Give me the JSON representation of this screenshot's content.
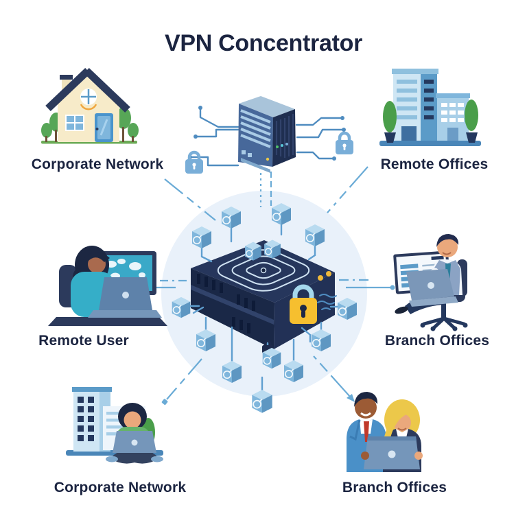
{
  "title": "VPN Concentrator",
  "diagram_type": "vpn-hub-and-spoke",
  "center_device": {
    "name": "VPN concentrator appliance",
    "icons": [
      "padlock-icon",
      "encrypted-packet-cube-icon",
      "circuit-trace-icon"
    ]
  },
  "nodes": [
    {
      "id": "corporate-network-top",
      "label": "Corporate Network",
      "icon": "house-icon",
      "position": "top-left"
    },
    {
      "id": "remote-offices",
      "label": "Remote Offices",
      "icon": "office-buildings-icon",
      "position": "top-right"
    },
    {
      "id": "remote-user",
      "label": "Remote User",
      "icon": "person-at-desk-icon",
      "position": "middle-left"
    },
    {
      "id": "branch-offices-middle",
      "label": "Branch Offices",
      "icon": "person-on-chair-icon",
      "position": "middle-right"
    },
    {
      "id": "corporate-network-bottom",
      "label": "Corporate Network",
      "icon": "building-with-person-icon",
      "position": "bottom-left"
    },
    {
      "id": "branch-offices-bottom",
      "label": "Branch Offices",
      "icon": "two-people-laptop-icon",
      "position": "bottom-right"
    }
  ],
  "secondary_icons": [
    "server-tower-icon",
    "lock-icon-left",
    "lock-icon-right",
    "hanging-lock-icon",
    "world-map-monitor-icon"
  ],
  "connections": [
    "corporate-network-top — center (dashed diagonal)",
    "remote-offices — center (dashed diagonal)",
    "remote-user — center (horizontal with dot endpoint)",
    "branch-offices-middle — center (horizontal with dot endpoint)",
    "corporate-network-bottom — center (dashed diagonal, square endpoint)",
    "branch-offices-bottom — center (diagonal with arrowhead)",
    "server — center (vertical dashed)"
  ],
  "colors": {
    "text_navy": "#1b2440",
    "circle_bg": "#e9f1fa",
    "device_top": "#26365c",
    "device_left": "#1a2847",
    "device_right": "#223156",
    "padlock_yellow": "#f6bf2f",
    "padlock_shackle": "#a5d8ec",
    "cube_front": "#7fb6dc",
    "cube_top": "#b9dbf0",
    "cube_side": "#5e97c2",
    "trace_blue": "#5f9fd0",
    "connector_blue": "#6aabd6",
    "house_cream": "#f7ebc9",
    "roof_navy": "#2c3a5c",
    "grass_green": "#6cab57",
    "tree_green": "#4a9e4a"
  }
}
